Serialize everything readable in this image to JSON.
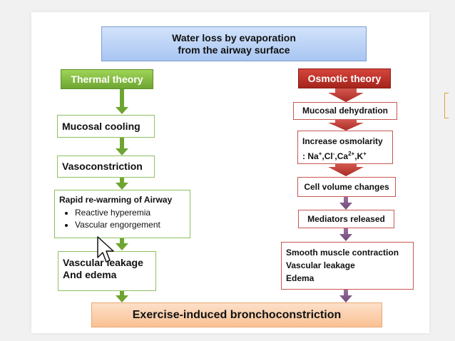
{
  "title": [
    "Water loss by evaporation",
    "from the airway surface"
  ],
  "thermal": {
    "label": "Thermal theory",
    "steps": {
      "cooling": "Mucosal cooling",
      "vaso": "Vasoconstriction",
      "rewarm_title": "Rapid re-warming of Airway",
      "rewarm_bullets": [
        "Reactive hyperemia",
        "Vascular engorgement"
      ],
      "leak": [
        "Vascular leakage",
        "And edema"
      ]
    }
  },
  "osmotic": {
    "label": "Osmotic theory",
    "steps": {
      "dehyd": "Mucosal dehydration",
      "osm": [
        "Increase osmolarity",
        ": Na+,Cl-,Ca2+,K+"
      ],
      "cell": "Cell volume changes",
      "mediators": "Mediators released",
      "smooth": [
        "Smooth muscle contraction",
        "Vascular leakage",
        "Edema"
      ]
    }
  },
  "outcome": "Exercise-induced bronchoconstriction",
  "colors": {
    "thermal": "#7ab33a",
    "osmotic": "#b8322a",
    "title_fill": "#b9d1f5",
    "outcome_fill": "#fbcfa9"
  },
  "icons": [
    "mouse-pointer-icon"
  ]
}
